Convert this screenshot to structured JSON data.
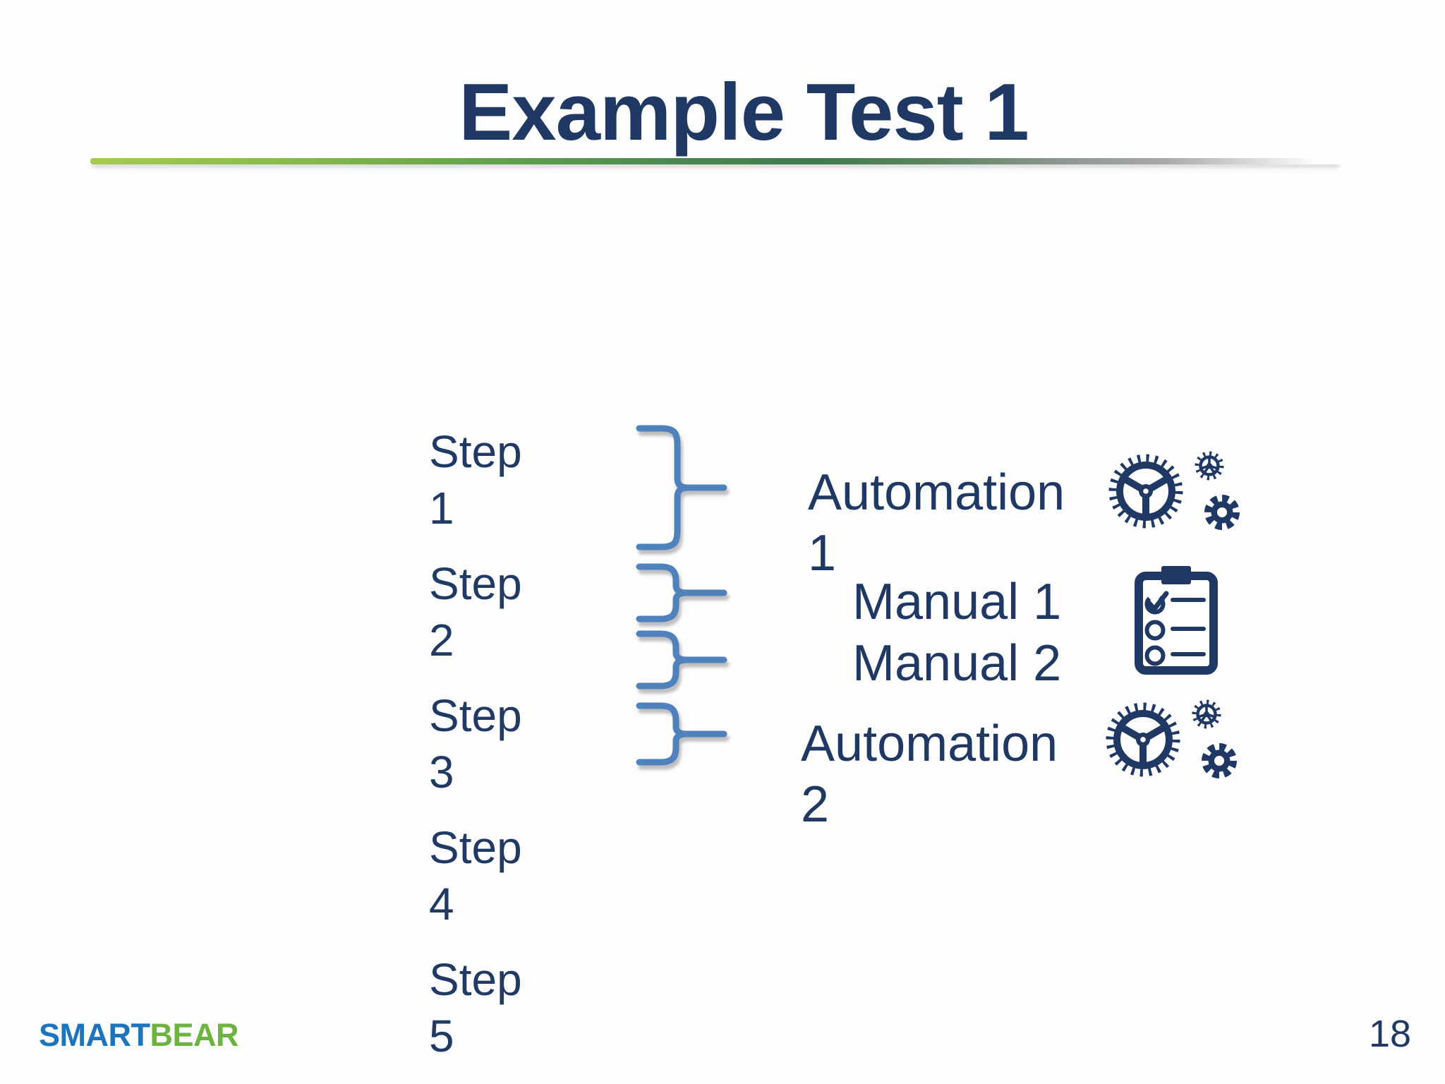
{
  "slide": {
    "title": "Example Test 1",
    "page_number": "18"
  },
  "steps": [
    "Step 1",
    "Step 2",
    "Step 3",
    "Step 4",
    "Step 5"
  ],
  "mappings": [
    {
      "label": "Automation 1",
      "icon": "gears-icon"
    },
    {
      "label": "Manual 1",
      "icon": "clipboard-checklist-icon"
    },
    {
      "label": "Manual 2",
      "icon": "clipboard-checklist-icon"
    },
    {
      "label": "Automation 2",
      "icon": "gears-icon"
    }
  ],
  "logo": {
    "smart": "SMART",
    "bear": "BEAR"
  },
  "colors": {
    "title_text": "#1f3864",
    "body_text": "#203a64",
    "brace_blue": "#4f81bd",
    "icon_navy": "#1f3864",
    "logo_blue": "#1c75bc",
    "logo_green": "#6cb33f",
    "divider_green_light": "#a6cb50",
    "divider_green_dark": "#3f7a4e",
    "divider_gray": "#a8a9a8"
  }
}
